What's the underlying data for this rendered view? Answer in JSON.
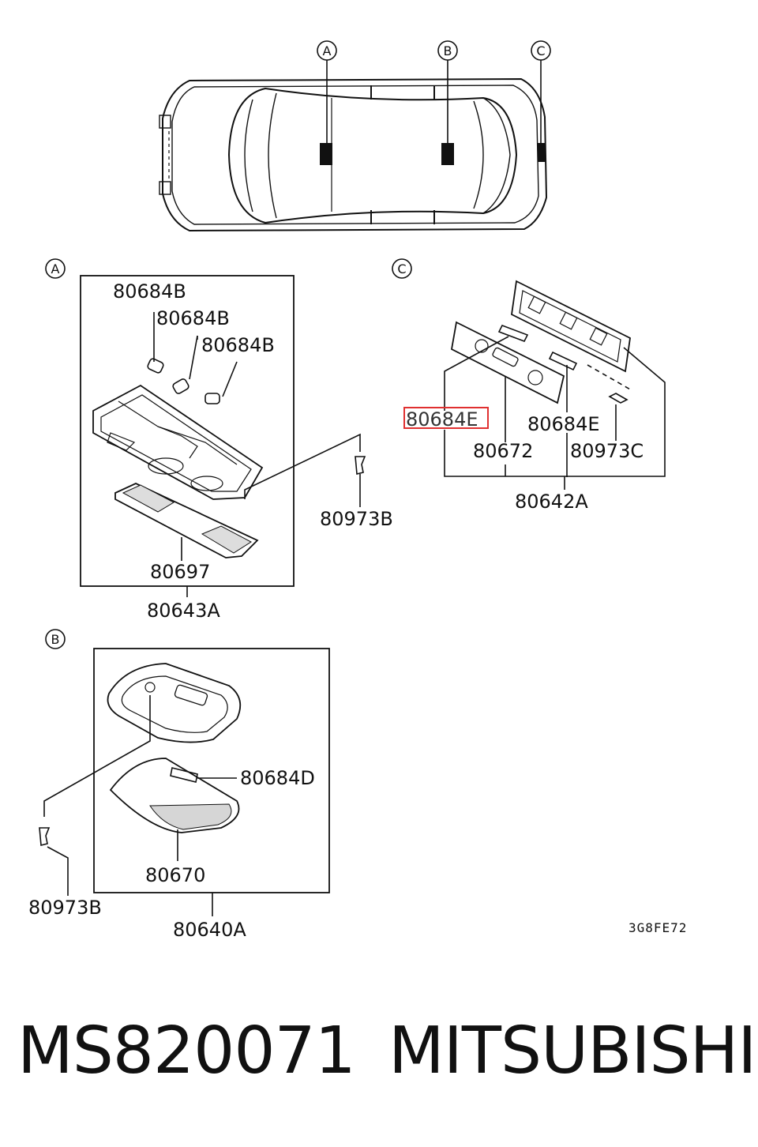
{
  "markers": {
    "a": "A",
    "b": "B",
    "c": "C"
  },
  "section_a": {
    "bulb_1": "80684B",
    "bulb_2": "80684B",
    "bulb_3": "80684B",
    "screw": "80973B",
    "lens": "80697",
    "assembly": "80643A"
  },
  "section_b": {
    "bulb": "80684D",
    "lens": "80670",
    "screw": "80973B",
    "assembly": "80640A"
  },
  "section_c": {
    "bulb_highlighted": "80684E",
    "bulb": "80684E",
    "lens": "80672",
    "screw": "80973C",
    "assembly": "80642A",
    "highlight_color": "#e03030"
  },
  "diagram_code": "3G8FE72",
  "part_number": "MS820071",
  "brand": "MITSUBISHI"
}
